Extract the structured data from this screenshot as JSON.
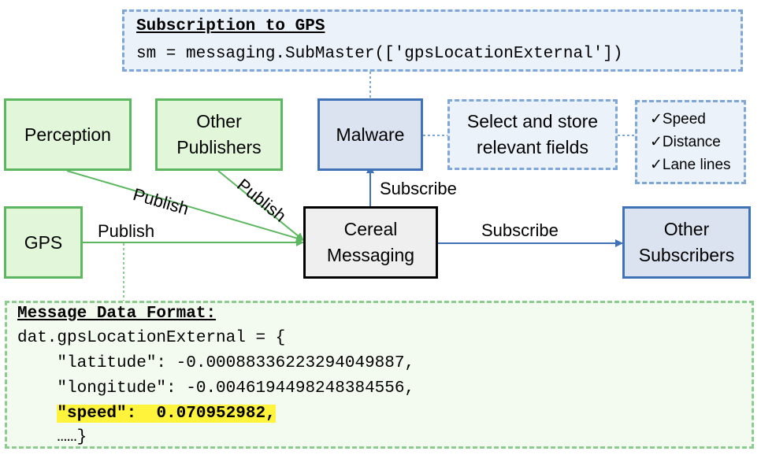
{
  "subscription_box": {
    "title": "Subscription to GPS",
    "code": "sm = messaging.SubMaster(['gpsLocationExternal'])"
  },
  "nodes": {
    "perception": "Perception",
    "other_publishers": "Other Publishers",
    "gps": "GPS",
    "malware": "Malware",
    "select_store": "Select and store relevant fields",
    "cereal": "Cereal Messaging",
    "other_subscribers": "Other Subscribers"
  },
  "fields": [
    "Speed",
    "Distance",
    "Lane lines"
  ],
  "check_glyph": "✓",
  "edges": {
    "publish_perception": "Publish",
    "publish_other": "Publish",
    "publish_gps": "Publish",
    "subscribe_malware": "Subscribe",
    "subscribe_other": "Subscribe"
  },
  "message_box": {
    "title": "Message Data Format:",
    "line1": "dat.gpsLocationExternal = {",
    "line2": "    \"latitude\": -0.0008833622329404988​7,",
    "line3": "    \"longitude\": -0.004619449824838455​6,",
    "highlight": "\"speed\":  0.070952982,",
    "line5": "    ……}"
  },
  "colors": {
    "green_fill": "#e2f7da",
    "green_border": "#5db761",
    "blue_fill": "#dbe2f0",
    "blue_border": "#3f72b6",
    "highlight": "#fff43b"
  }
}
